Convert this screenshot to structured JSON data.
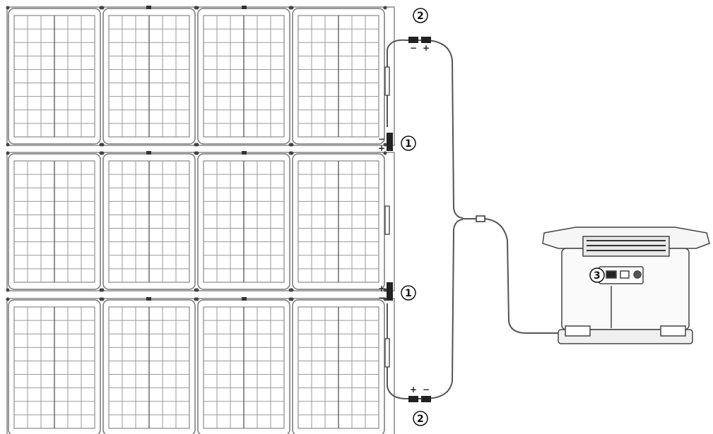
{
  "callouts": {
    "series_connector_top": "1",
    "series_connector_bottom": "1",
    "end_connector_top": "2",
    "end_connector_bottom": "2",
    "station_input_port": "3"
  },
  "polarity": {
    "top_pair": {
      "left": "−",
      "right": "+"
    },
    "middle_upper": {
      "left": "−",
      "right": "+"
    },
    "middle_lower": {
      "left": "+",
      "right": "−"
    },
    "bottom_pair": {
      "left": "+",
      "right": "−"
    }
  },
  "colors": {
    "line": "#555555",
    "panel_stroke": "#777777",
    "grid": "#9a9a9a",
    "dark": "#222222"
  },
  "panels": {
    "rows": 3,
    "columns": 4,
    "cell_rows": 9,
    "cell_columns": 6
  },
  "icons": [
    "solar-panel",
    "mc4-connector",
    "power-station",
    "junction-box"
  ]
}
